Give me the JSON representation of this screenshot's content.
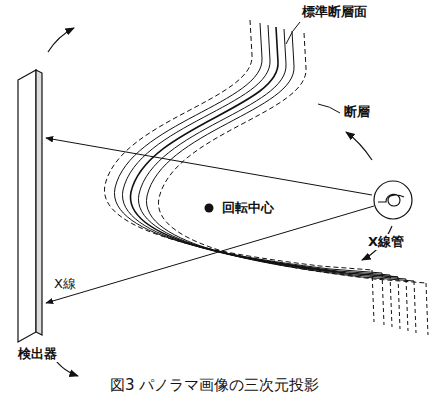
{
  "diagram": {
    "caption": "図3 パノラマ画像の三次元投影",
    "labels": [
      "標準断層面",
      "断層",
      "回転中心",
      "X線管",
      "X線",
      "検出器"
    ]
  }
}
